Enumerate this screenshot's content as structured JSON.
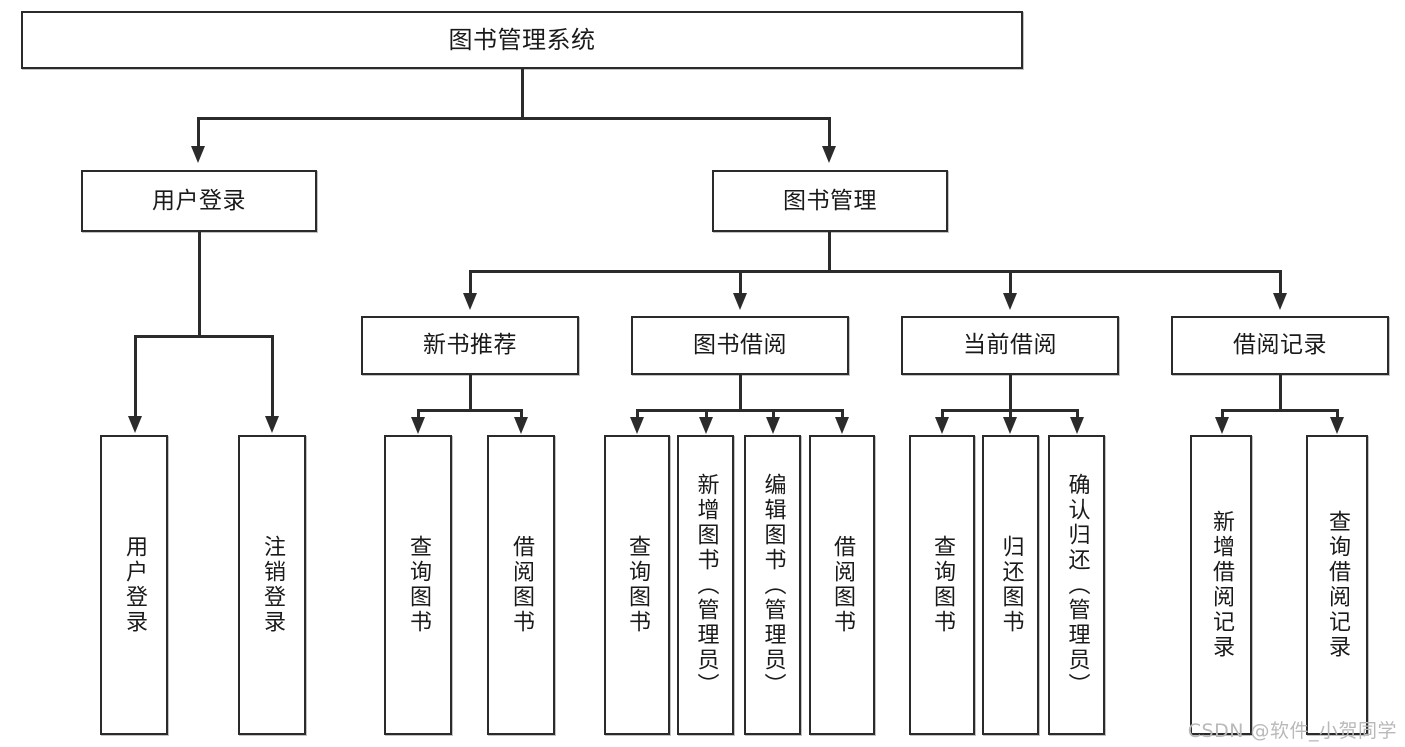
{
  "diagram": {
    "title": "图书管理系统",
    "type": "tree",
    "root": {
      "label": "图书管理系统"
    },
    "level2": [
      {
        "label": "用户登录"
      },
      {
        "label": "图书管理"
      }
    ],
    "level3": [
      {
        "label": "新书推荐"
      },
      {
        "label": "图书借阅"
      },
      {
        "label": "当前借阅"
      },
      {
        "label": "借阅记录"
      }
    ],
    "leaves": {
      "user_login": [
        {
          "label": "用户登录"
        },
        {
          "label": "注销登录"
        }
      ],
      "new_book_recommend": [
        {
          "label": "查询图书"
        },
        {
          "label": "借阅图书"
        }
      ],
      "book_borrow": [
        {
          "label": "查询图书"
        },
        {
          "label": "新增图书（管理员）"
        },
        {
          "label": "编辑图书（管理员）"
        },
        {
          "label": "借阅图书"
        }
      ],
      "current_borrow": [
        {
          "label": "查询图书"
        },
        {
          "label": "归还图书"
        },
        {
          "label": "确认归还（管理员）"
        }
      ],
      "borrow_record": [
        {
          "label": "新增借阅记录"
        },
        {
          "label": "查询借阅记录"
        }
      ]
    }
  },
  "watermark": {
    "text": "CSDN @软件_小贺同学"
  },
  "colors": {
    "stroke": "#2b2b2b",
    "background": "#ffffff",
    "text": "#1a1a1a",
    "watermark": "#b9b9b9"
  }
}
